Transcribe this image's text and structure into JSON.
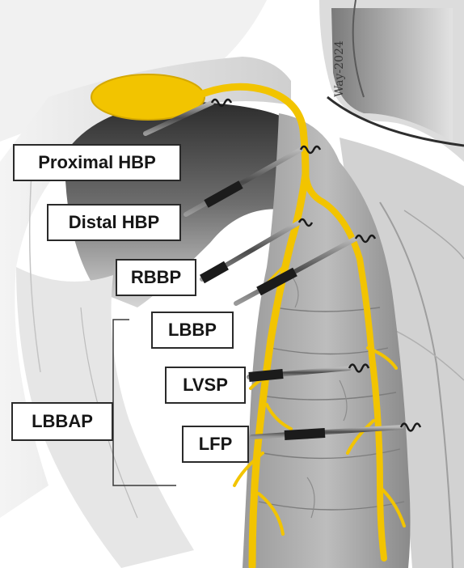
{
  "labels": {
    "proximal_hbp": "Proximal HBP",
    "distal_hbp": "Distal HBP",
    "rbbp": "RBBP",
    "lbbp": "LBBP",
    "lvsp": "LVSP",
    "lfp": "LFP",
    "lbbap": "LBBAP"
  },
  "signature": "Way-2024",
  "colors": {
    "conduction_system": "#f2c400",
    "background": "#ffffff",
    "tissue_shade": "#8e8e8e",
    "lead_body": "#1b1b1b",
    "label_border": "#2a2a2a"
  }
}
